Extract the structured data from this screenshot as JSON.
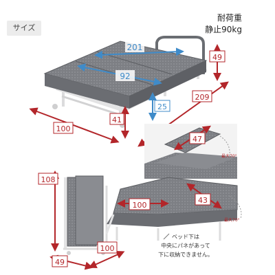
{
  "header": {
    "section_tag": "サイズ"
  },
  "specs": {
    "load_capacity_title": "耐荷重",
    "load_capacity_value": "静止90kg"
  },
  "dimensions": {
    "mattress_length": "201",
    "mattress_width": "92",
    "headboard_height": "49",
    "frame_height": "25",
    "leg_height": "41",
    "total_length": "209",
    "total_width": "100",
    "backrest_length": "47",
    "reclined_angle_top": "最大70°",
    "folded_height": "108",
    "folded_depth": "100",
    "folded_width": "49",
    "sofa_seat_width": "100",
    "sofa_back_height": "43",
    "reclined_angle_sofa": "最大70°"
  },
  "note": {
    "line1": "ベッド下は",
    "line2": "中央にパネがあって",
    "line3": "下に収納できません。"
  },
  "colors": {
    "dimension_red": "#b3262a",
    "measure_blue": "#3f8bc9",
    "mattress_gray": "#7d7f84",
    "frame_white": "#e9e9ea"
  }
}
